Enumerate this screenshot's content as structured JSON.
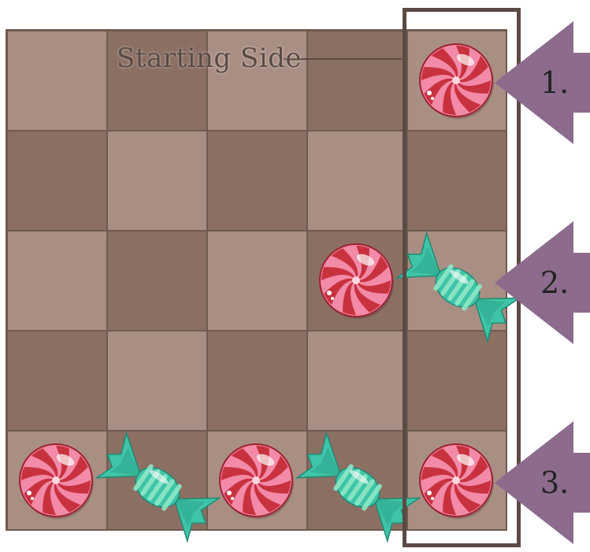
{
  "board": {
    "rows": 5,
    "cols": 5,
    "colors": {
      "light": "#a98f83",
      "dark": "#8b6f63",
      "grid": "#6f5a51"
    },
    "pieces": [
      {
        "type": "peppermint",
        "row": 0,
        "col": 4
      },
      {
        "type": "peppermint",
        "row": 2,
        "col": 3
      },
      {
        "type": "wrapped-candy",
        "row": 2,
        "col": 4
      },
      {
        "type": "peppermint",
        "row": 4,
        "col": 0
      },
      {
        "type": "wrapped-candy",
        "row": 4,
        "col": 1
      },
      {
        "type": "peppermint",
        "row": 4,
        "col": 2
      },
      {
        "type": "wrapped-candy",
        "row": 4,
        "col": 3
      },
      {
        "type": "peppermint",
        "row": 4,
        "col": 4
      }
    ]
  },
  "starting_side": {
    "label": "Starting Side",
    "column": 4
  },
  "arrows": [
    {
      "label": "1.",
      "row": 0
    },
    {
      "label": "2.",
      "row": 2
    },
    {
      "label": "3.",
      "row": 4
    }
  ],
  "colors": {
    "arrow": "#8c6b8c",
    "highlight": "#5b4a44",
    "peppermint_red": "#c8323f",
    "peppermint_pink": "#f28aa8",
    "candy_teal": "#3fc4a7",
    "candy_light": "#8de8c8"
  }
}
